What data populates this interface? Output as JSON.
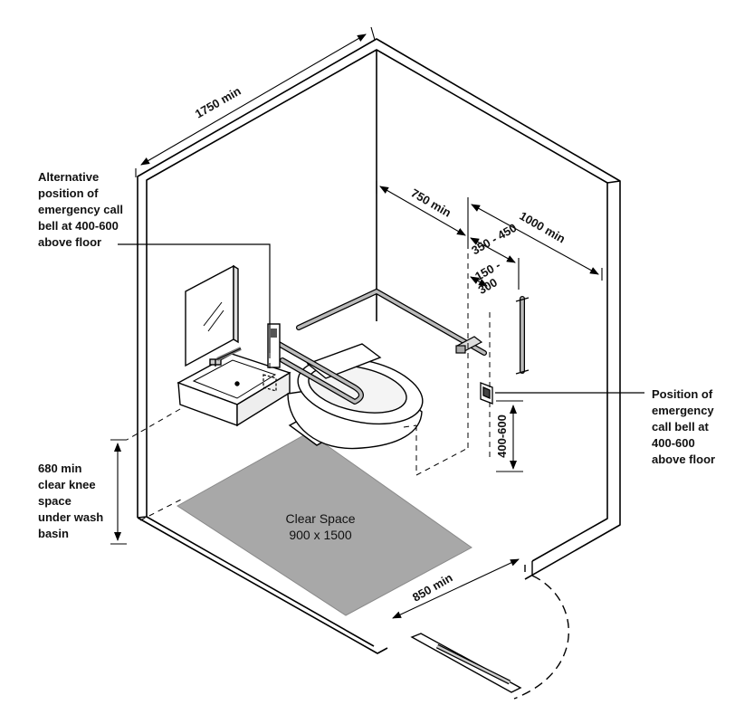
{
  "dimensions": {
    "room_depth": "1750 min",
    "wc_to_wall": "750 min",
    "room_width": "1000 min",
    "rail_height": "350 - 450",
    "rail_offset_line1": "150 -",
    "rail_offset_line2": "300",
    "bell_height": "400-600",
    "door_width": "850 min"
  },
  "annotations": {
    "alt_bell": [
      "Alternative",
      "position of",
      "emergency call",
      "bell at 400-600",
      "above floor"
    ],
    "bell": [
      "Position of",
      "emergency",
      "call bell at",
      "400-600",
      "above floor"
    ],
    "knee": [
      "680 min",
      "clear knee",
      "space",
      "under wash",
      "basin"
    ]
  },
  "clear_space": {
    "title": "Clear Space",
    "size": "900 x 1500"
  }
}
